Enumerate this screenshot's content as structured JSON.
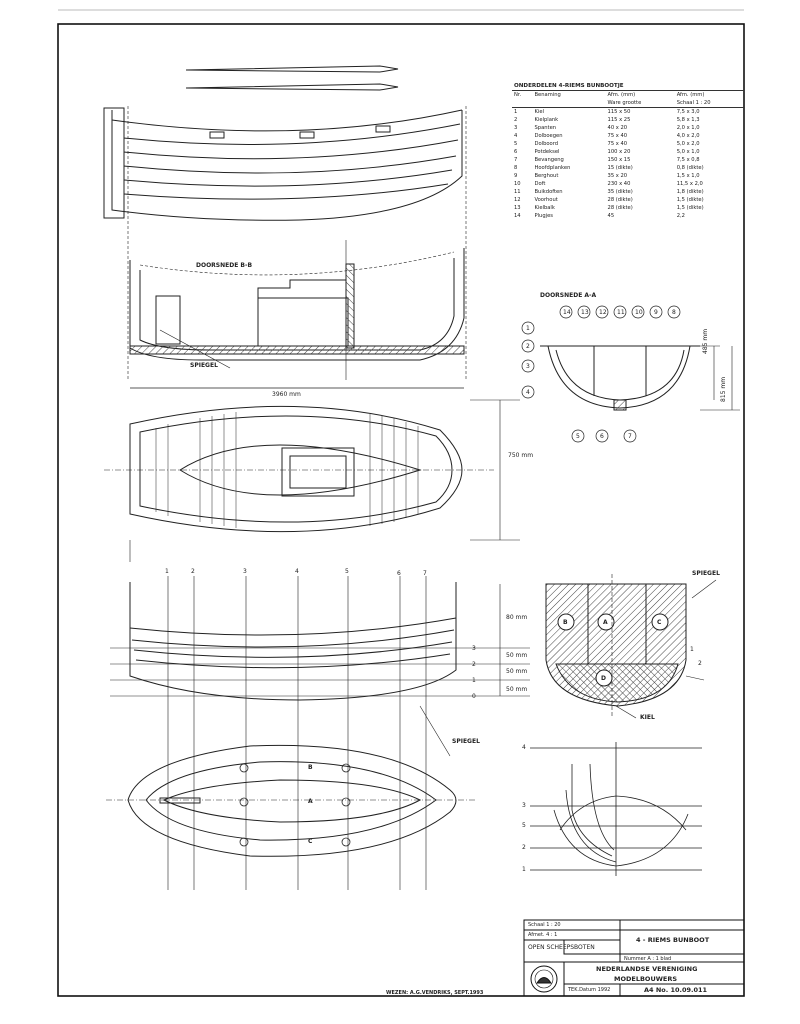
{
  "parts_table": {
    "title": "ONDERDELEN 4-RIEMS BUNBOOTJE",
    "headers": [
      "Nr.",
      "Benaming",
      "Afm. (mm)",
      "Afm. (mm)"
    ],
    "subheaders": [
      "",
      "",
      "Ware grootte",
      "Schaal 1 : 20"
    ],
    "rows": [
      [
        "1",
        "Kiel",
        "115 x 50",
        "7,5 x 3,0"
      ],
      [
        "2",
        "Kielplank",
        "115 x 25",
        "5,8 x 1,3"
      ],
      [
        "3",
        "Spanten",
        "40 x 20",
        "2,0 x 1,0"
      ],
      [
        "4",
        "Dolboegen",
        "75 x 40",
        "4,0 x 2,0"
      ],
      [
        "5",
        "Dolboord",
        "75 x 40",
        "5,0 x 2,0"
      ],
      [
        "6",
        "Potdeksel",
        "100 x 20",
        "5,0 x 1,0"
      ],
      [
        "7",
        "Bevangeng",
        "150 x 15",
        "7,5 x 0,8"
      ],
      [
        "8",
        "Hoofdplanken",
        "15 (dikte)",
        "0,8 (dikte)"
      ],
      [
        "9",
        "Berghout",
        "35 x 20",
        "1,5 x 1,0"
      ],
      [
        "10",
        "Doft",
        "230 x 40",
        "11,5 x 2,0"
      ],
      [
        "11",
        "Buikdoften",
        "35 (dikte)",
        "1,8 (dikte)"
      ],
      [
        "12",
        "Voorhout",
        "28 (dikte)",
        "1,5 (dikte)"
      ],
      [
        "13",
        "Kielbalk",
        "28 (dikte)",
        "1,5 (dikte)"
      ],
      [
        "14",
        "Plugjes",
        "45",
        "2,2"
      ]
    ]
  },
  "labels": {
    "doorsnede_bb": "DOORSNEDE B-B",
    "doorsnede_aa": "DOORSNEDE A-A",
    "spiegel_ref": "SPIEGEL",
    "length_dim": "3960 mm",
    "beam_dim": "750 mm",
    "depth_dim_1": "485 mm",
    "depth_dim_2": "815 mm",
    "station_numbers_top": [
      "1",
      "2",
      "3",
      "4",
      "5",
      "6",
      "7"
    ],
    "waterline_spacing": [
      "80 mm",
      "50 mm",
      "50 mm",
      "50 mm"
    ],
    "waterline_numbers": [
      "3",
      "2",
      "1",
      "0"
    ],
    "section_letters": [
      "B",
      "A",
      "C",
      "D"
    ],
    "plan_letters": [
      "B",
      "A",
      "C"
    ],
    "body_numbers": [
      "4",
      "3",
      "5",
      "2",
      "1"
    ],
    "spiegel_label": "SPIEGEL",
    "kiel_label": "KIEL",
    "spiegel2": "SPIEGEL",
    "label_2": "2",
    "label_1": "1",
    "balloon_top": [
      "14",
      "13",
      "12",
      "11",
      "10",
      "9",
      "8"
    ],
    "balloon_left": [
      "1",
      "2",
      "3",
      "4"
    ],
    "balloon_bottom": [
      "5",
      "6",
      "7"
    ]
  },
  "title_block": {
    "row1_left": "Schaal  1 : 20",
    "row1_right": "4 - RIEMS BUNBOOT",
    "row2_left": "Afmet.  4 : 1",
    "category": "OPEN SCHEEPSBOTEN",
    "row3_right": "Nummer  A : 1 blad",
    "org_line1": "NEDERLANDSE VERENIGING",
    "org_line2": "MODELBOUWERS",
    "date_text": "TEK.Datum  1992",
    "drawing_no": "A4 No. 10.09.011",
    "author": "WEZEN: A.G.VENDRIKS, SEPT.1993"
  },
  "colors": {
    "ink": "#1a1a1a",
    "paper": "#ffffff",
    "hatch": "#555555"
  }
}
